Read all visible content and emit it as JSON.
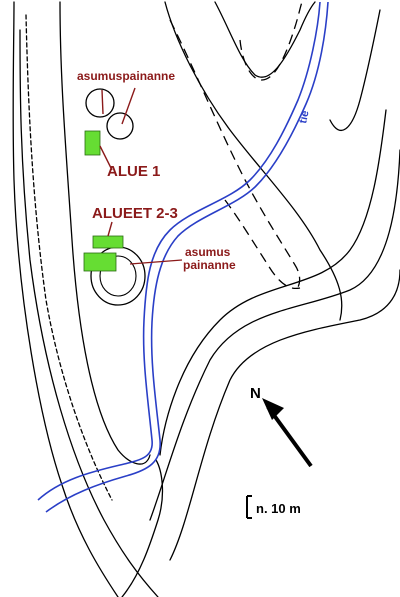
{
  "labels": {
    "pit_top": "asumuspainanne",
    "area1": "ALUE 1",
    "area23": "ALUEET 2-3",
    "pit_lower_line1": "asumus",
    "pit_lower_line2": "painanne",
    "road": "tie",
    "north": "N",
    "scale": "n. 10 m"
  },
  "colors": {
    "label": "#8b1a1a",
    "road": "#2a3fc7",
    "area_fill": "#66dd33",
    "contour": "#000000"
  },
  "icons": {
    "north_arrow": "north-arrow-icon",
    "scale_bar": "scale-bar-icon"
  }
}
